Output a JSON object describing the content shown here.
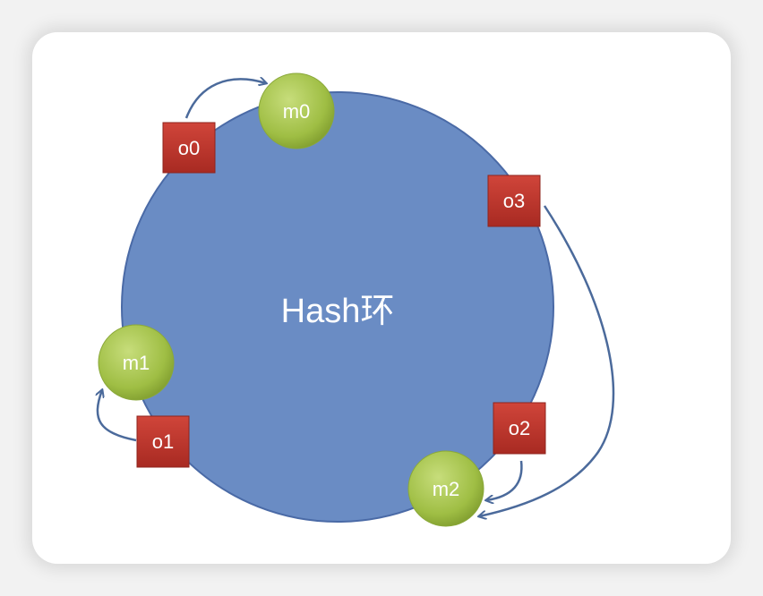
{
  "diagram": {
    "center_label": "Hash环",
    "machines": [
      {
        "id": "m0",
        "label": "m0"
      },
      {
        "id": "m1",
        "label": "m1"
      },
      {
        "id": "m2",
        "label": "m2"
      }
    ],
    "objects": [
      {
        "id": "o0",
        "label": "o0",
        "maps_to": "m0"
      },
      {
        "id": "o1",
        "label": "o1",
        "maps_to": "m1"
      },
      {
        "id": "o2",
        "label": "o2",
        "maps_to": "m2"
      },
      {
        "id": "o3",
        "label": "o3",
        "maps_to": "m2"
      }
    ],
    "colors": {
      "ring": "#6a8cc4",
      "ring_stroke": "#4a6aa6",
      "machine_fill": "#a4c24c",
      "object_fill": "#c0392b",
      "arrow": "#4b6a9b"
    }
  }
}
